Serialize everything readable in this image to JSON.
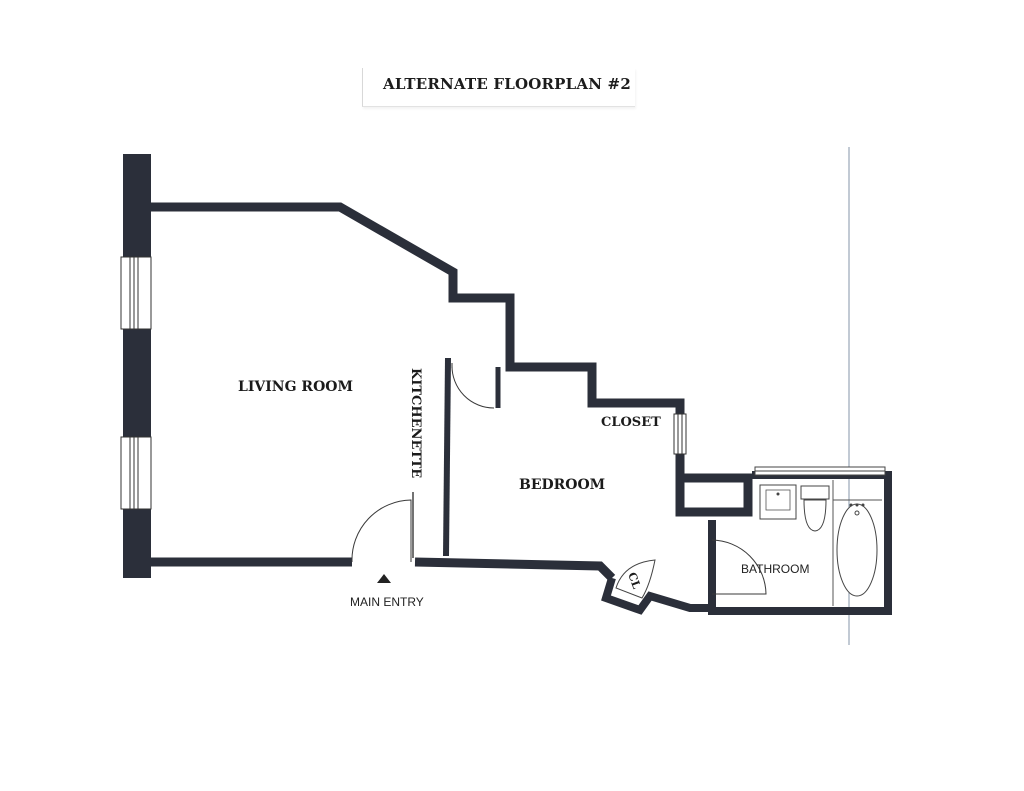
{
  "title": "ALTERNATE FLOORPLAN #2",
  "rooms": {
    "living_room": "LIVING ROOM",
    "kitchenette": "KITCHENETTE",
    "bedroom": "BEDROOM",
    "closet": "CLOSET",
    "closet_small": "CL",
    "bathroom": "BATHROOM"
  },
  "entry": {
    "label": "MAIN ENTRY",
    "marker_icon": "triangle-up-icon"
  },
  "colors": {
    "wall": "#2b2f3a",
    "paper": "#ffffff",
    "guide_line": "#7e8fa0"
  }
}
